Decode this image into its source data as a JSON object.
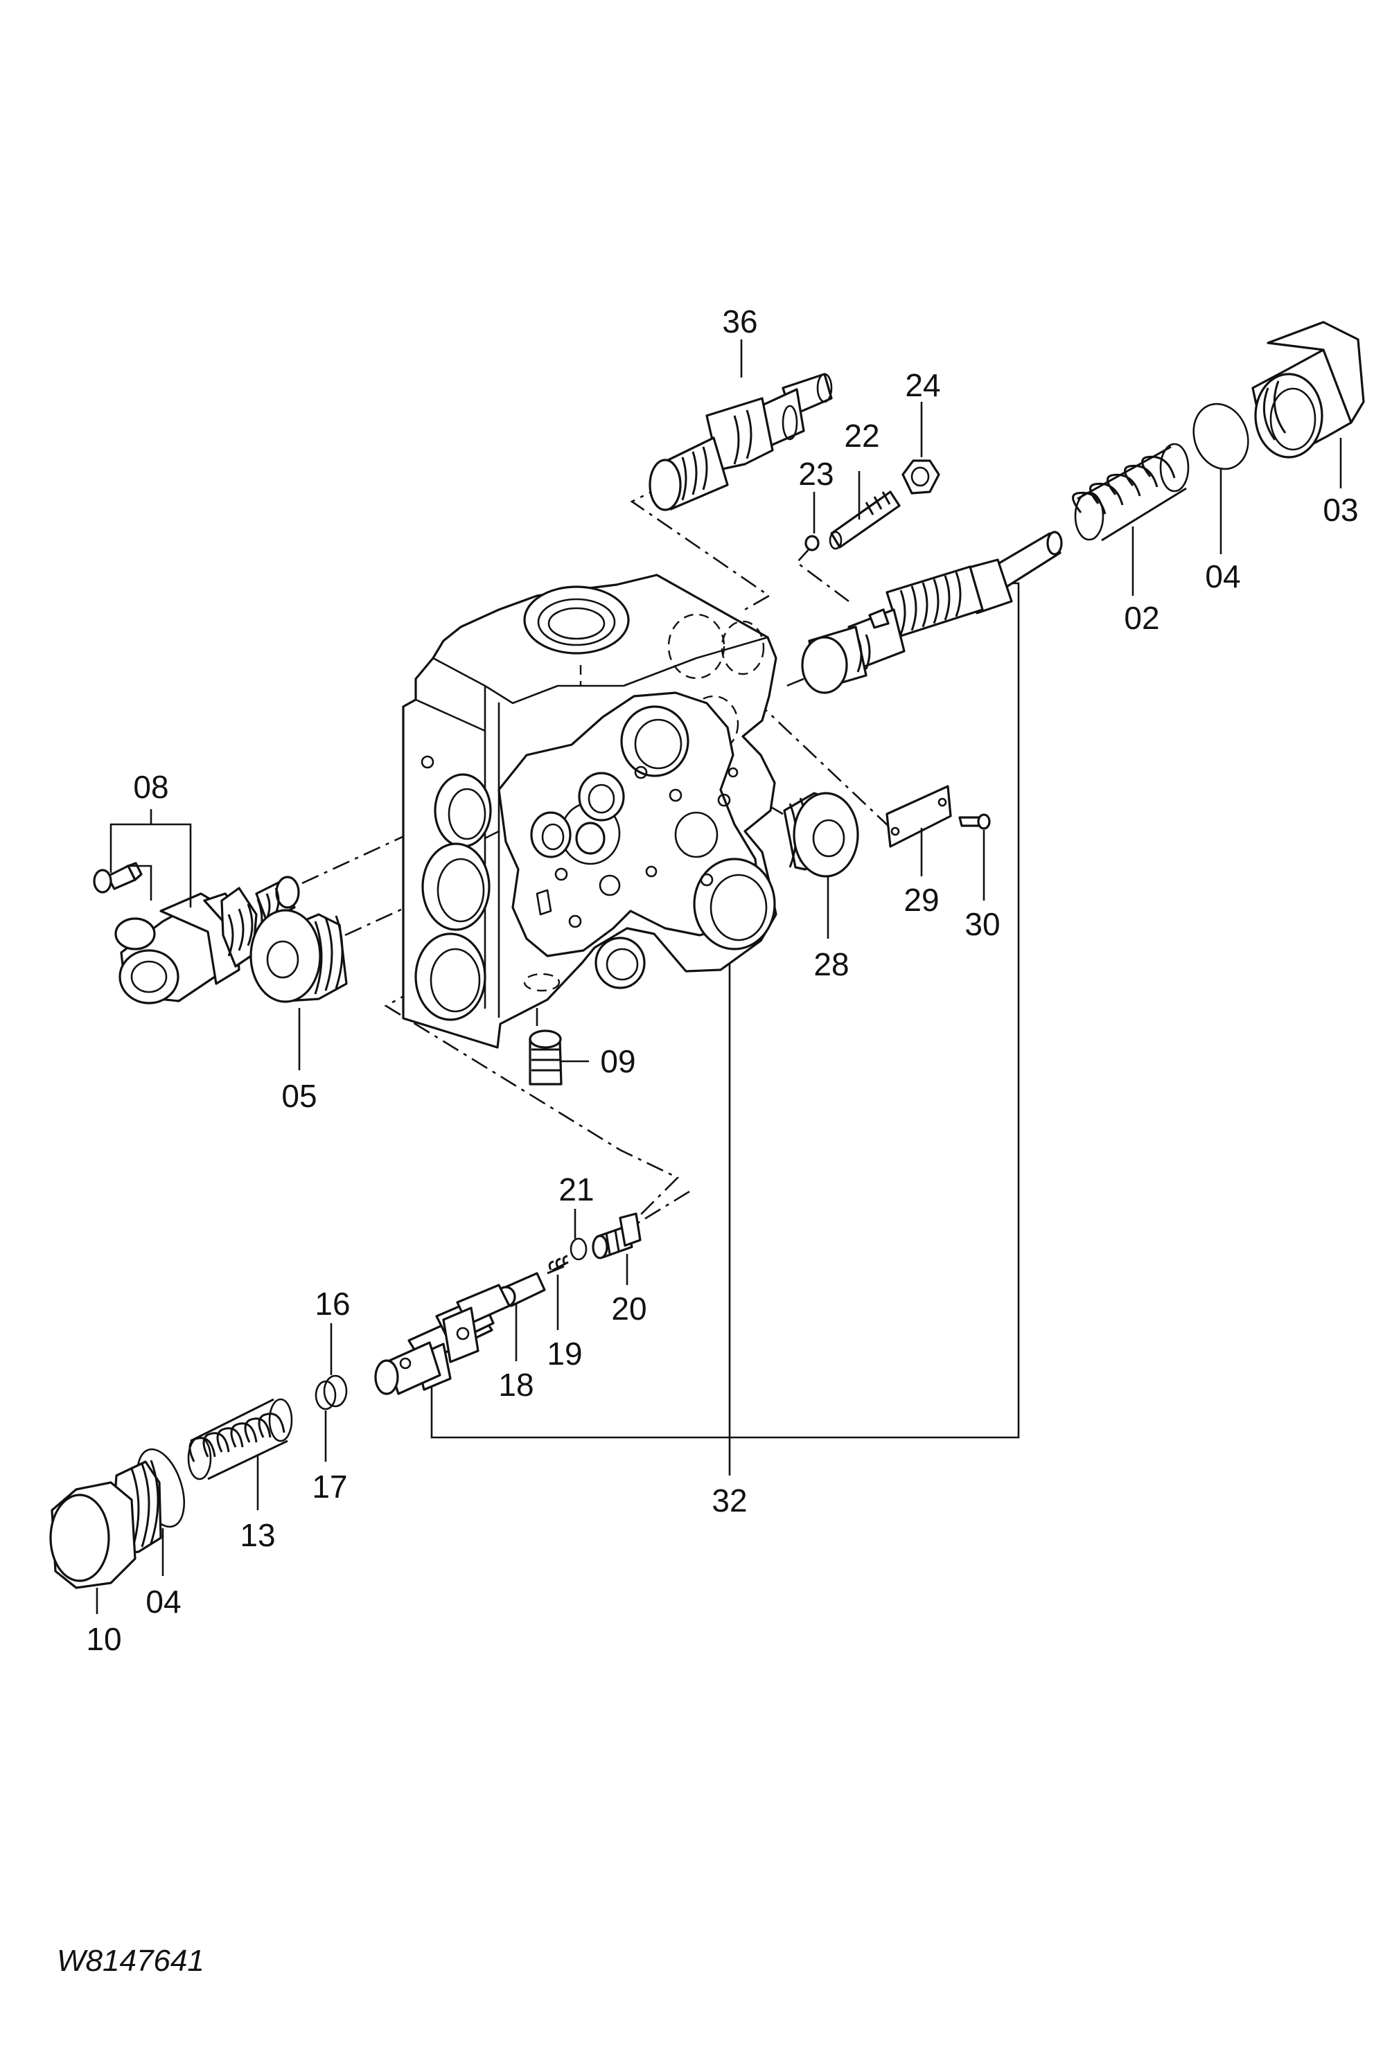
{
  "drawing": {
    "code": "W8147641",
    "callouts": {
      "p36": "36",
      "p24": "24",
      "p22": "22",
      "p23": "23",
      "p02": "02",
      "p04a": "04",
      "p03": "03",
      "p08": "08",
      "p05": "05",
      "p09": "09",
      "p28": "28",
      "p29": "29",
      "p30": "30",
      "p21": "21",
      "p20": "20",
      "p16": "16",
      "p18": "18",
      "p19": "19",
      "p17": "17",
      "p13": "13",
      "p32": "32",
      "p10": "10",
      "p04b": "04"
    }
  }
}
